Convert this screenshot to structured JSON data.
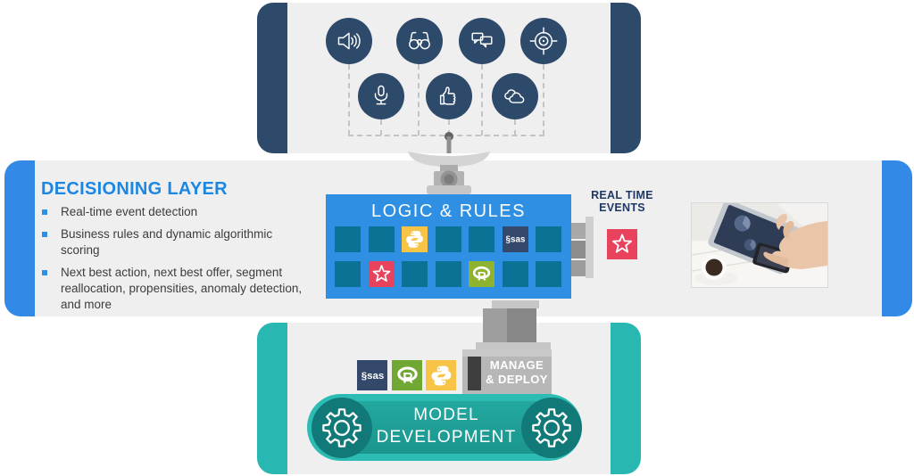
{
  "colors": {
    "navy": "#2D4A6B",
    "panel_gray": "#F0EFEF",
    "blue_accent": "#2E8FE3",
    "blue_title": "#1C87E2",
    "teal": "#2CBCB4",
    "teal_dark": "#117A78",
    "tile_teal": "#0B7296",
    "python_yellow": "#F7C447",
    "sas_navy": "#33486B",
    "star_red": "#E8425C",
    "r_green": "#8FB32E",
    "events_navy": "#1F3864"
  },
  "channels": {
    "icons": [
      "audio-speaker",
      "binoculars",
      "chat-messages",
      "target",
      "microphone",
      "thumbs-up",
      "cloud"
    ]
  },
  "decisioning": {
    "title": "DECISIONING LAYER",
    "bullets": [
      "Real-time event detection",
      "Business rules and dynamic algorithmic scoring",
      "Next best action, next best offer, segment reallocation, propensities, anomaly detection, and more"
    ]
  },
  "logic_rules": {
    "title": "LOGIC & RULES",
    "tiles": [
      "plain",
      "plain",
      "python",
      "plain",
      "plain",
      "sas",
      "plain",
      "plain",
      "star",
      "plain",
      "plain",
      "r",
      "plain",
      "plain"
    ]
  },
  "real_time_events": {
    "line1": "REAL TIME",
    "line2": "EVENTS"
  },
  "manage_deploy": {
    "line1": "MANAGE",
    "line2": "& DEPLOY"
  },
  "model_development": {
    "line1": "MODEL",
    "line2": "DEVELOPMENT"
  },
  "model_tiles": [
    "sas",
    "r",
    "python"
  ],
  "logos": {
    "sas": "§sas",
    "r": "R",
    "python": "python-snakes"
  }
}
